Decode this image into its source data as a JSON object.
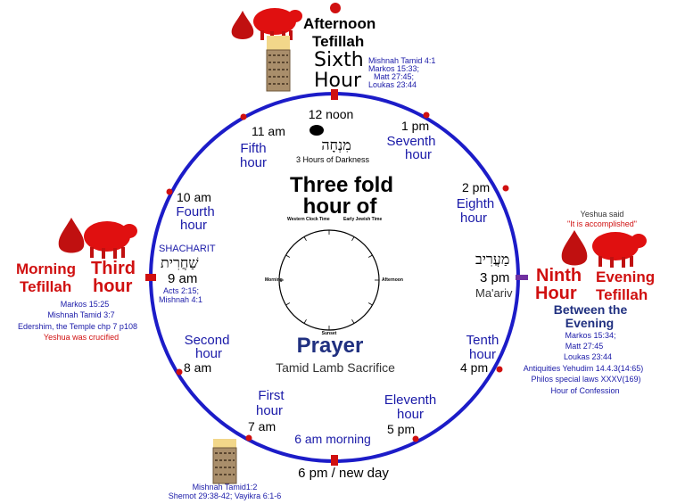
{
  "title": {
    "line1": "Three fold",
    "line2": "hour of",
    "line3": "Prayer",
    "subtitle": "Tamid Lamb Sacrifice"
  },
  "top": {
    "afternoon": "Afternoon",
    "tefillah": "Tefillah",
    "sixth": "Sixth",
    "hour": "Hour",
    "refs": [
      "Mishnah Tamid 4:1",
      "Markos 15:33;",
      "Matt 27:45;",
      "Loukas 23:44"
    ],
    "noon": "12 noon",
    "minchah": "מִנְחָה",
    "darkness": "3 Hours of Darkness"
  },
  "left": {
    "morning": "Morning",
    "tefillah": "Tefillah",
    "third": "Third",
    "hour": "hour",
    "shacharit_label": "SHACHARIT",
    "shacharit_heb": "שַׁחֲרִית",
    "time": "9 am",
    "acts_refs": [
      "Acts 2:15;",
      "Mishnah 4:1"
    ],
    "refs": [
      "Markos 15:25",
      "Mishnah Tamid 3:7",
      "Edershim, the Temple chp 7 p108"
    ],
    "crucified": "Yeshua was crucified"
  },
  "right": {
    "yeshua_said": "Yeshua said",
    "accomplished": "\"It is accomplished\"",
    "maariv_heb": "מַעֲרִיב",
    "time": "3 pm",
    "maariv": "Ma'ariv",
    "ninth": "Ninth",
    "hour": "Hour",
    "evening": "Evening",
    "tefillah": "Tefillah",
    "between": "Between the",
    "evening2": "Evening",
    "refs": [
      "Markos 15:34;",
      "Matt 27:45",
      "Loukas 23:44"
    ],
    "refs2": [
      "Antiquities Yehudim 14.4.3(14:65)",
      "Philos special laws XXXV(169)",
      "Hour of Confession"
    ]
  },
  "bottom": {
    "morning": "6 am morning",
    "newday": "6 pm / new day",
    "refs": [
      "Mishnah Tamid1:2",
      "Shemot 29:38-42; Vayikra 6:1-6"
    ]
  },
  "hours": {
    "h11_time": "11 am",
    "h11_a": "Fifth",
    "h11_b": "hour",
    "h10_time": "10 am",
    "h10_a": "Fourth",
    "h10_b": "hour",
    "h8_time": "8 am",
    "h8_a": "Second",
    "h8_b": "hour",
    "h7_time": "7 am",
    "h7_a": "First",
    "h7_b": "hour",
    "h13_time": "1 pm",
    "h13_a": "Seventh",
    "h13_b": "hour",
    "h14_time": "2 pm",
    "h14_a": "Eighth",
    "h14_b": "hour",
    "h16_time": "4 pm",
    "h16_a": "Tenth",
    "h16_b": "hour",
    "h17_time": "5 pm",
    "h17_a": "Eleventh",
    "h17_b": "hour"
  },
  "mini_clock": {
    "left_label": "Morning",
    "right_label": "Afternoon",
    "bottom_label": "Sunset",
    "top_left_label": "Western Clock Time",
    "top_right_label": "Early Jewish Time"
  },
  "colors": {
    "circle": "#1c1cc8",
    "red": "#d01010",
    "blue": "#1a1aa8",
    "marker": "#c0103a"
  }
}
